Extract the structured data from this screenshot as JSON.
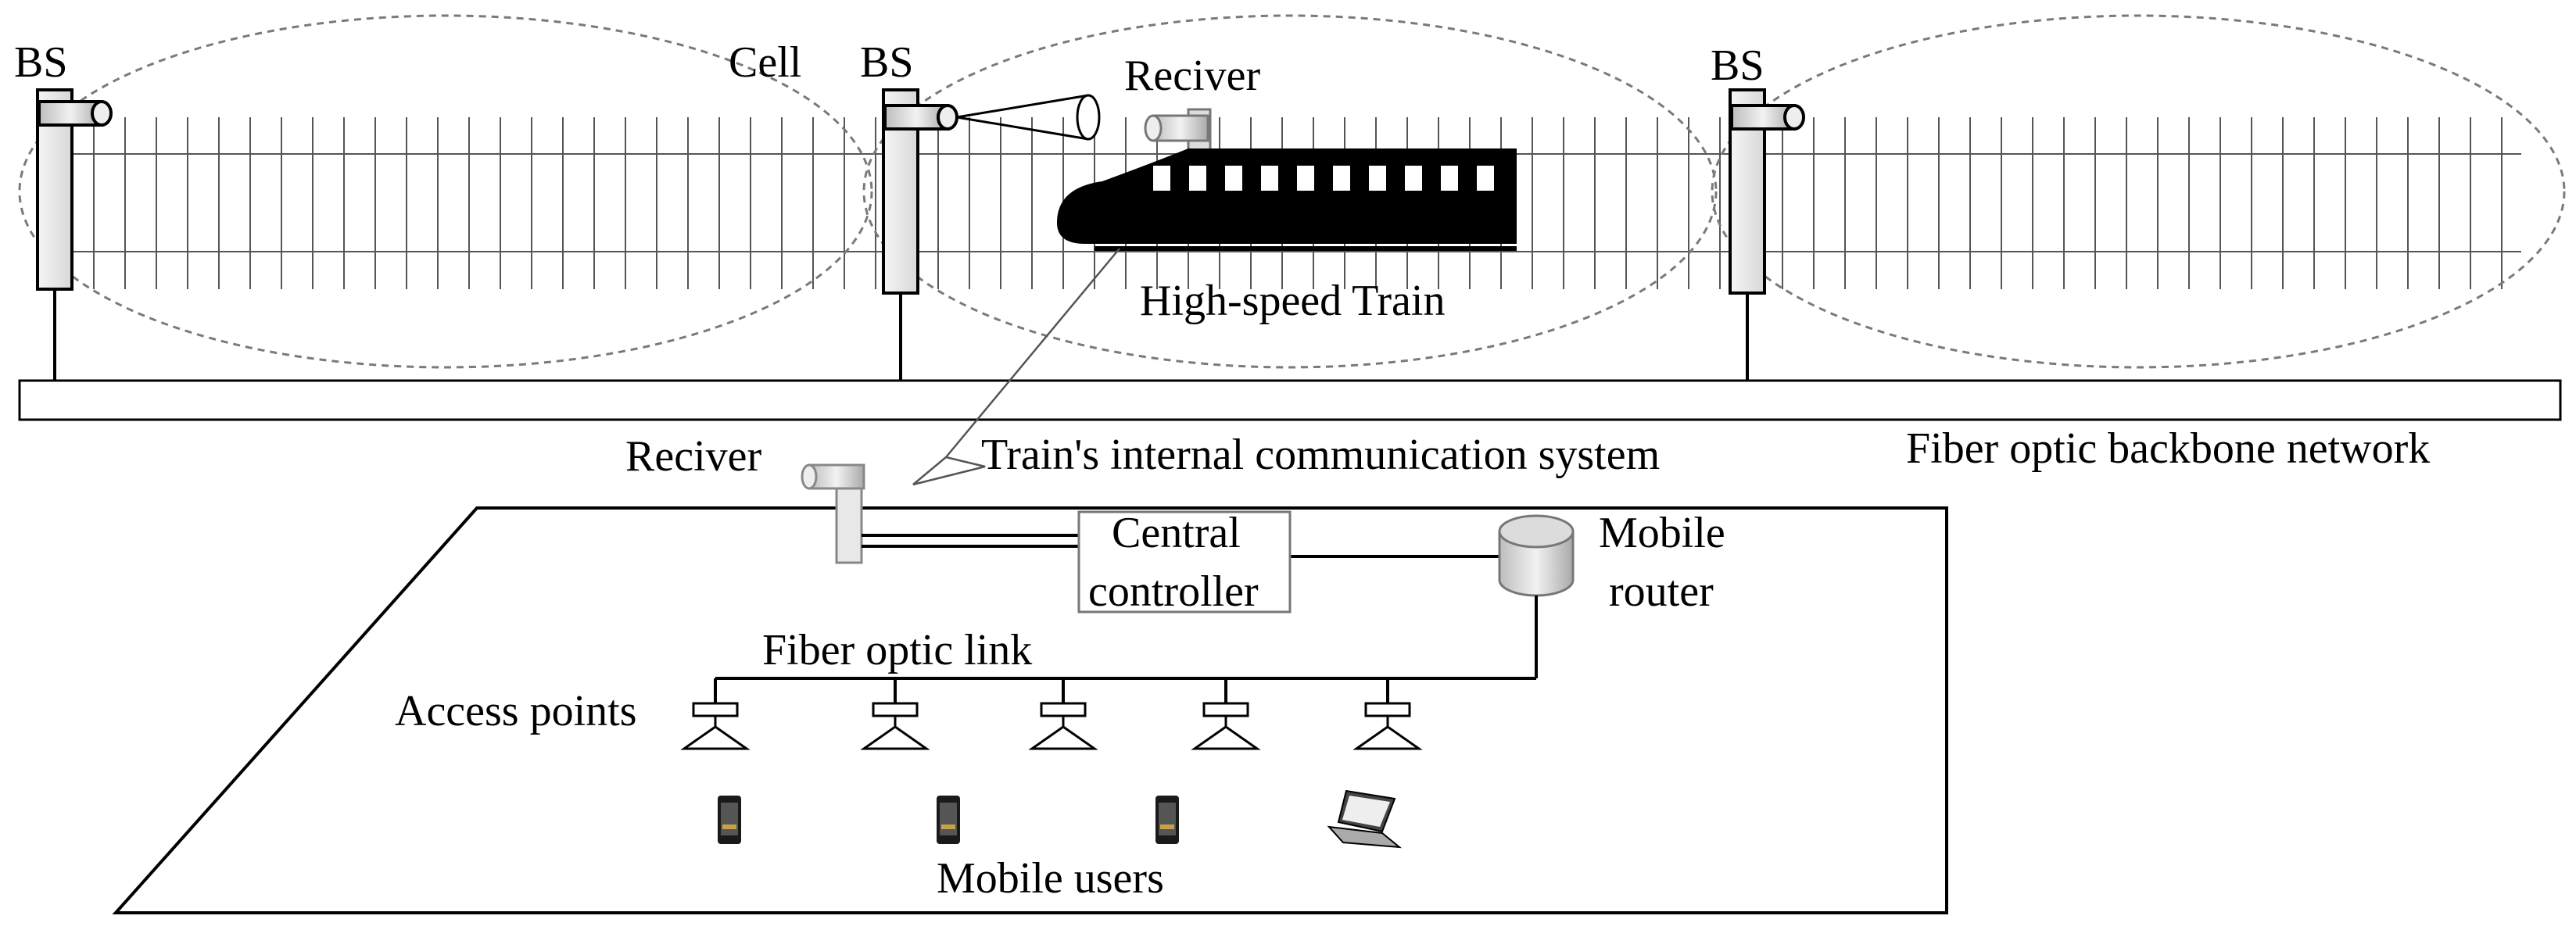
{
  "labels": {
    "bs_1": "BS",
    "bs_2": "BS",
    "bs_3": "BS",
    "cell": "Cell",
    "receiver_top": "Reciver",
    "high_speed_train": "High-speed Train",
    "receiver_inside": "Reciver",
    "train_internal_system": "Train's internal communication system",
    "fiber_backbone": "Fiber optic backbone network",
    "central_controller_line1": "Central",
    "central_controller_line2": "controller",
    "mobile_router_line1": "Mobile",
    "mobile_router_line2": "router",
    "fiber_optic_link": "Fiber optic link",
    "access_points": "Access points",
    "mobile_users": "Mobile users"
  },
  "icons": {
    "base_station": "base-station-icon",
    "receiver": "receiver-icon",
    "train": "train-icon",
    "router": "router-icon",
    "access_point": "access-point-icon",
    "phone": "phone-icon",
    "laptop": "laptop-icon"
  },
  "colors": {
    "line": "#000000",
    "dashed": "#777777",
    "track": "#444444",
    "train": "#000000"
  }
}
